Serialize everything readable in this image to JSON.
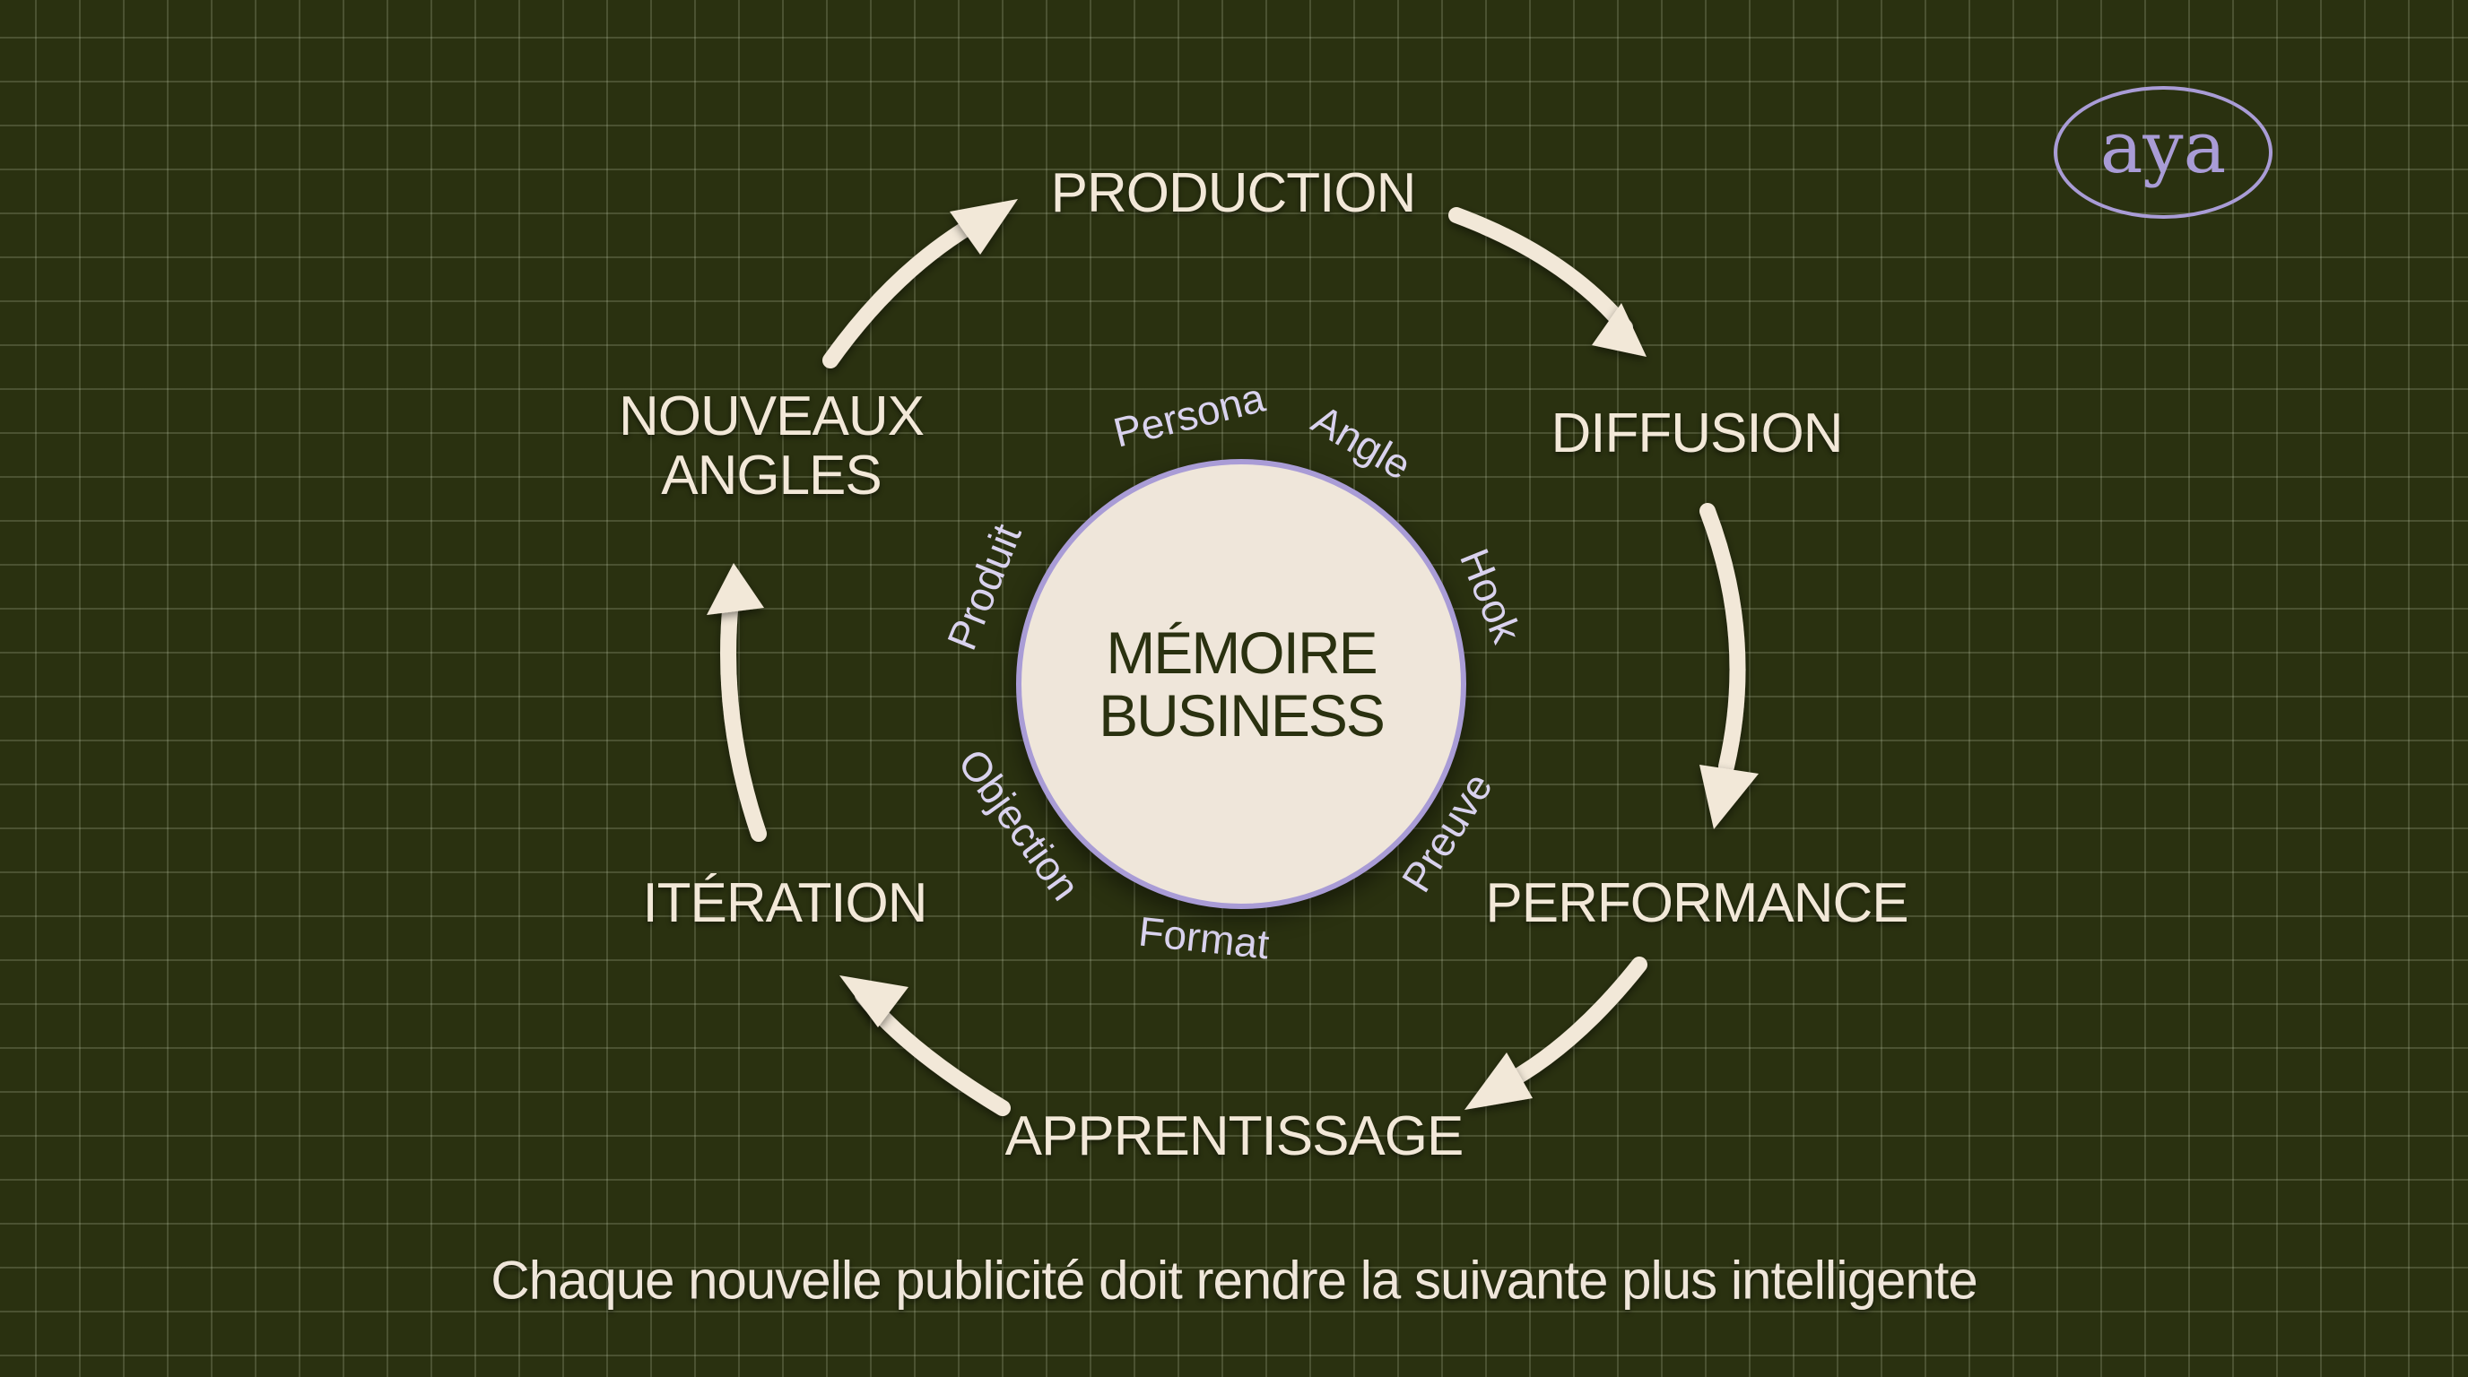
{
  "logo": {
    "text": "aya"
  },
  "cycle": {
    "stages": [
      {
        "id": "production",
        "lines": [
          "PRODUCTION"
        ]
      },
      {
        "id": "diffusion",
        "lines": [
          "DIFFUSION"
        ]
      },
      {
        "id": "performance",
        "lines": [
          "PERFORMANCE"
        ]
      },
      {
        "id": "apprentissage",
        "lines": [
          "APPRENTISSAGE"
        ]
      },
      {
        "id": "iteration",
        "lines": [
          "ITÉRATION"
        ]
      },
      {
        "id": "nouveaux-angles",
        "lines": [
          "NOUVEAUX",
          "ANGLES"
        ]
      }
    ]
  },
  "center": {
    "lines": [
      "MÉMOIRE",
      "BUSINESS"
    ]
  },
  "ring_labels": [
    "Persona",
    "Angle",
    "Hook",
    "Preuve",
    "Format",
    "Objection",
    "Produit"
  ],
  "tagline": "Chaque nouvelle publicité doit rendre la suivante plus intelligente",
  "colors": {
    "background": "#2a3110",
    "text": "#f2e8d8",
    "accent": "#a99cd6",
    "circle_fill": "#efe6da"
  }
}
